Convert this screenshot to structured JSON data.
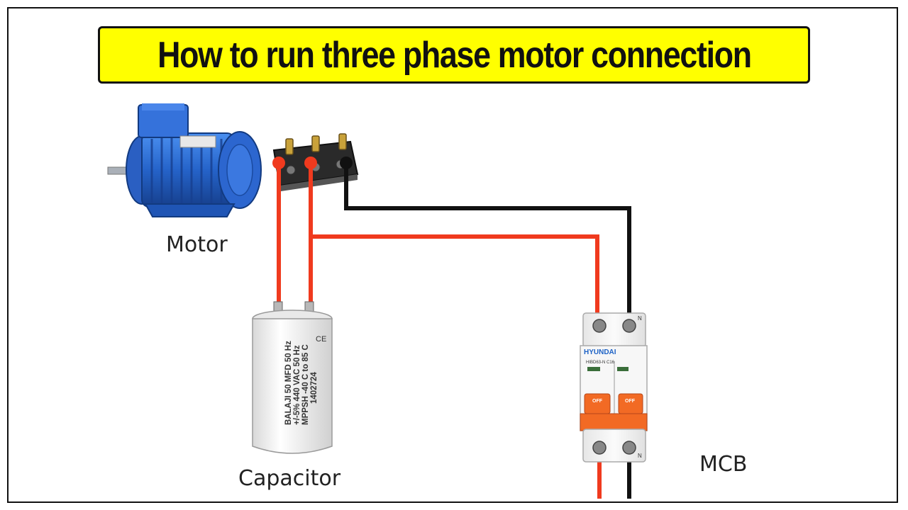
{
  "title": "How to run three phase motor connection",
  "labels": {
    "motor": "Motor",
    "capacitor": "Capacitor",
    "mcb": "MCB"
  },
  "capacitor": {
    "ce_mark": "CE",
    "text_lines": [
      "BALAJI 50 MFD  50 Hz",
      "+/-5% 440 VAC  50 Hz",
      "MPPSH -40 C to 85 C",
      "1402724"
    ]
  },
  "mcb": {
    "brand": "HYUNDAI",
    "model": "HIBD63-N C16",
    "off_label_left": "OFF",
    "off_label_right": "OFF",
    "terminal_n_top": "N",
    "terminal_n_bottom": "N"
  },
  "colors": {
    "banner": "#ffff00",
    "phase_wire": "#f03a1e",
    "neutral_wire": "#111111",
    "motor_body": "#2f6fd6",
    "mcb_handle": "#f26a24"
  },
  "icons": {
    "motor": "electric-motor-icon",
    "terminal_block": "terminal-block-icon",
    "capacitor": "run-capacitor-icon",
    "mcb": "circuit-breaker-icon"
  }
}
